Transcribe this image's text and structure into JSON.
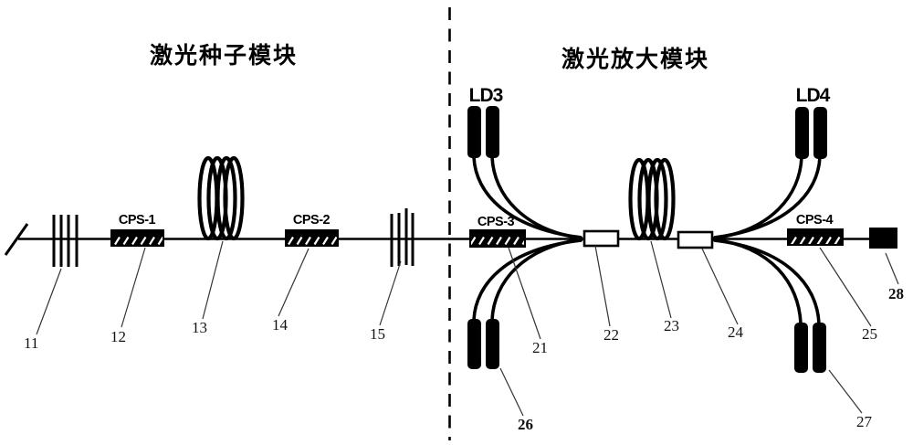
{
  "titles": {
    "seed": "激光种子模块",
    "amplifier": "激光放大模块"
  },
  "components": {
    "cps1": "CPS-1",
    "cps2": "CPS-2",
    "cps3": "CPS-3",
    "cps4": "CPS-4",
    "ld3": "LD3",
    "ld4": "LD4"
  },
  "ref_numbers": {
    "n11": "11",
    "n12": "12",
    "n13": "13",
    "n14": "14",
    "n15": "15",
    "n21": "21",
    "n22": "22",
    "n23": "23",
    "n24": "24",
    "n25": "25",
    "n26": "26",
    "n27": "27",
    "n28": "28"
  },
  "colors": {
    "ink": "#000000",
    "paper": "#ffffff"
  }
}
